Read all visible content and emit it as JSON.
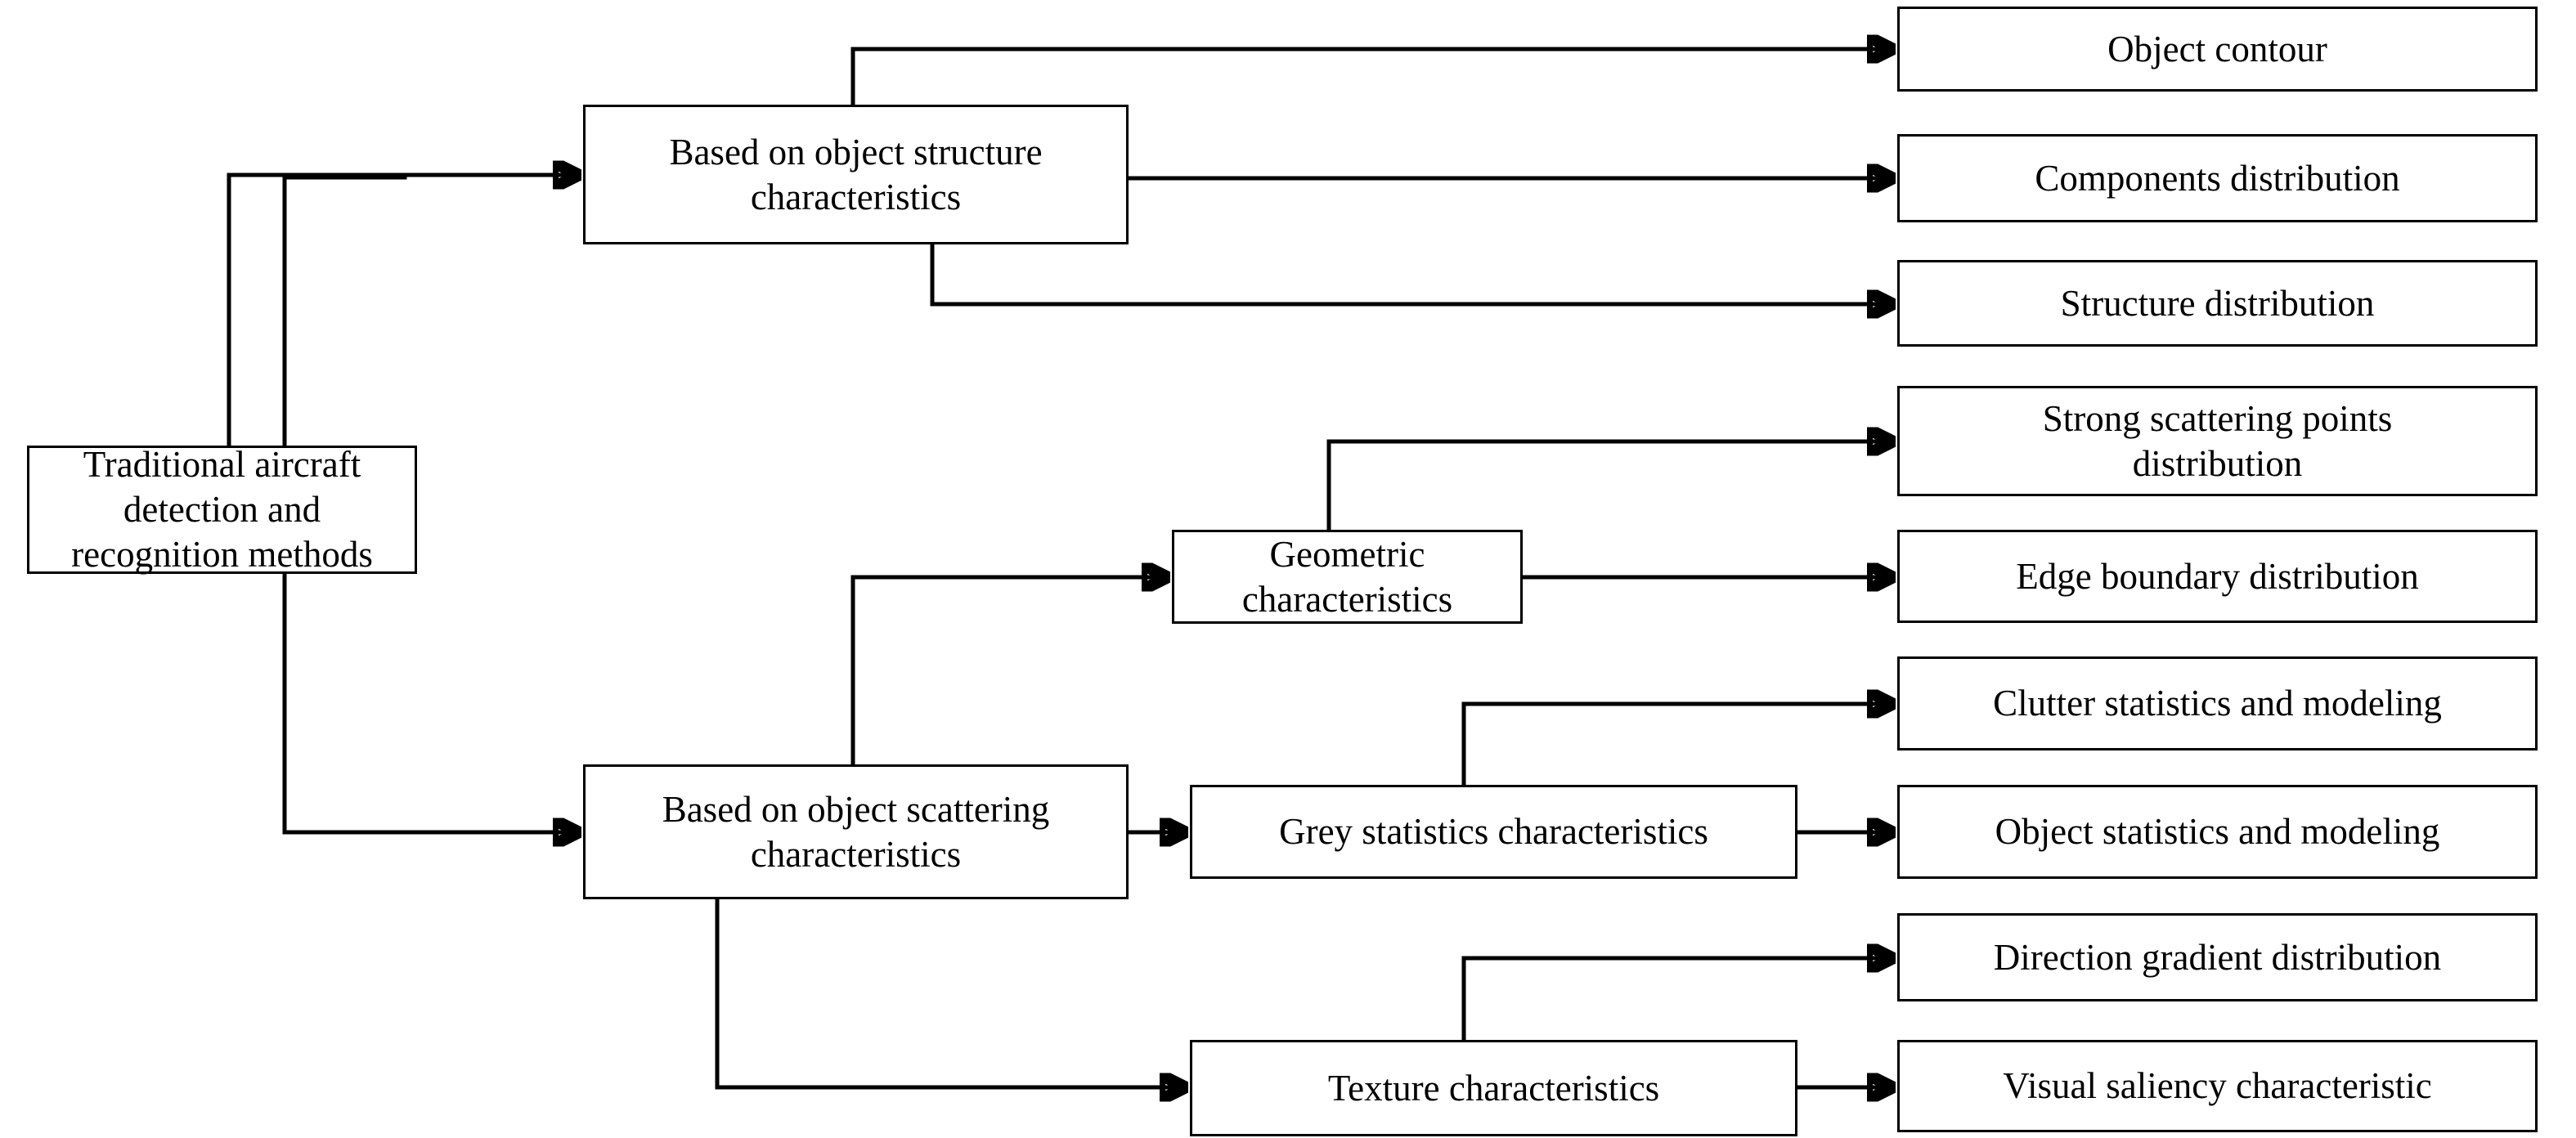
{
  "diagram": {
    "title": "Traditional aircraft detection and recognition methods taxonomy",
    "line_color": "#000000",
    "box_border_color": "#000000",
    "background_color": "#ffffff",
    "text_color": "#000000"
  },
  "nodes": {
    "root": "Traditional aircraft detection and\nrecognition methods",
    "structure_branch": "Based on object structure\ncharacteristics",
    "scattering_branch": "Based on object scattering\ncharacteristics",
    "geometric": "Geometric characteristics",
    "grey_statistics": "Grey statistics characteristics",
    "texture": "Texture characteristics",
    "object_contour": "Object contour",
    "components_distribution": "Components distribution",
    "structure_distribution": "Structure distribution",
    "strong_scattering_points": "Strong scattering points\ndistribution",
    "edge_boundary": "Edge boundary distribution",
    "clutter_statistics": "Clutter statistics and modeling",
    "object_statistics": "Object statistics and modeling",
    "direction_gradient": "Direction gradient distribution",
    "visual_saliency": "Visual saliency characteristic"
  },
  "edges": [
    {
      "from": "root",
      "to": "structure_branch"
    },
    {
      "from": "root",
      "to": "scattering_branch"
    },
    {
      "from": "structure_branch",
      "to": "object_contour"
    },
    {
      "from": "structure_branch",
      "to": "components_distribution"
    },
    {
      "from": "structure_branch",
      "to": "structure_distribution"
    },
    {
      "from": "scattering_branch",
      "to": "geometric"
    },
    {
      "from": "scattering_branch",
      "to": "grey_statistics"
    },
    {
      "from": "scattering_branch",
      "to": "texture"
    },
    {
      "from": "geometric",
      "to": "strong_scattering_points"
    },
    {
      "from": "geometric",
      "to": "edge_boundary"
    },
    {
      "from": "grey_statistics",
      "to": "clutter_statistics"
    },
    {
      "from": "grey_statistics",
      "to": "object_statistics"
    },
    {
      "from": "texture",
      "to": "direction_gradient"
    },
    {
      "from": "texture",
      "to": "visual_saliency"
    }
  ]
}
